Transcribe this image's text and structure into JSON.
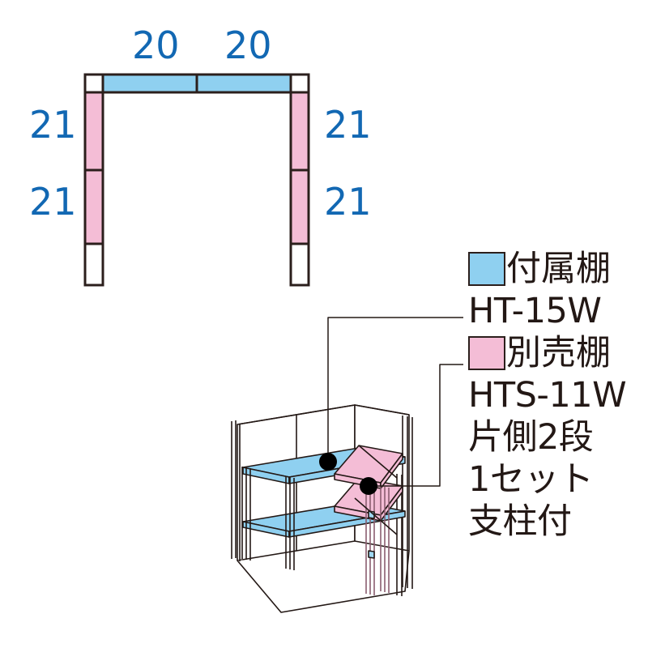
{
  "diagram": {
    "title": "shelf-layout-diagram",
    "colors": {
      "blue_fill": "#8fd0f0",
      "pink_fill": "#f4bdd6",
      "outline": "#2b1f1c",
      "dimension_text": "#1268b3",
      "legend_text": "#231815",
      "white_fill": "#ffffff"
    },
    "top_view": {
      "name": "front-elevation",
      "dimensions": {
        "top_left": "20",
        "top_right": "20",
        "left_upper": "21",
        "left_lower": "21",
        "right_upper": "21",
        "right_lower": "21"
      },
      "segments": {
        "top_bar_left": {
          "fill": "blue"
        },
        "top_bar_right": {
          "fill": "blue"
        },
        "corner_top_left": {
          "fill": "white"
        },
        "corner_top_right": {
          "fill": "white"
        },
        "left_leg_upper": {
          "fill": "pink"
        },
        "left_leg_lower": {
          "fill": "pink"
        },
        "left_leg_foot": {
          "fill": "white"
        },
        "right_leg_upper": {
          "fill": "pink"
        },
        "right_leg_lower": {
          "fill": "pink"
        },
        "right_leg_foot": {
          "fill": "white"
        }
      }
    },
    "isometric": {
      "name": "isometric-shed-interior",
      "shelves": [
        {
          "id": "blue-shelf-upper",
          "fill": "blue",
          "callout": true
        },
        {
          "id": "blue-shelf-lower",
          "fill": "blue",
          "callout": false
        },
        {
          "id": "pink-shelf-upper",
          "fill": "pink",
          "callout": true
        },
        {
          "id": "pink-shelf-lower",
          "fill": "pink",
          "callout": false
        }
      ],
      "callouts": [
        {
          "id": "blue-callout",
          "target": "blue-shelf-upper"
        },
        {
          "id": "pink-callout",
          "target": "pink-shelf-upper"
        }
      ]
    },
    "legend": {
      "items": [
        {
          "id": "included-shelf",
          "swatch": "blue",
          "label": "付属棚",
          "model": "HT-15W",
          "notes": []
        },
        {
          "id": "optional-shelf",
          "swatch": "pink",
          "label": "別売棚",
          "model": "HTS-11W",
          "notes": [
            "片側2段",
            "1セット",
            "支柱付"
          ]
        }
      ]
    }
  }
}
